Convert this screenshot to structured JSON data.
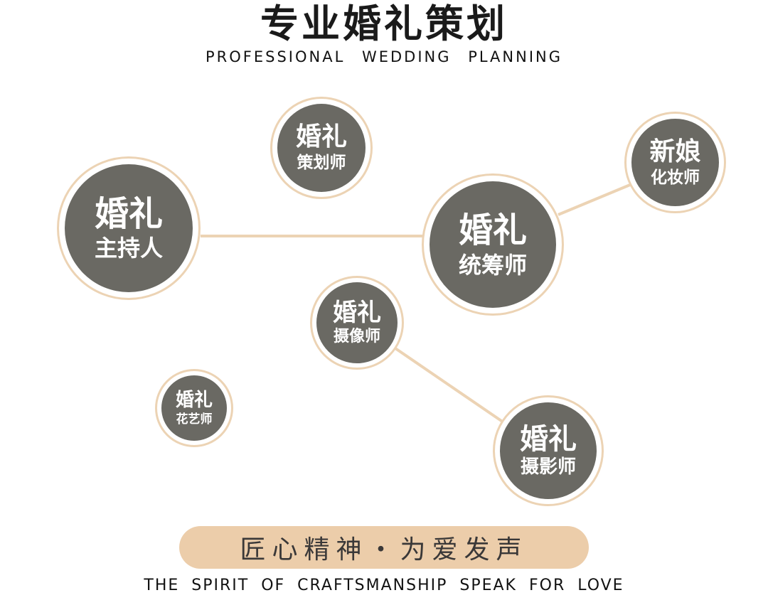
{
  "header": {
    "title": "专业婚礼策划",
    "subtitle": "PROFESSIONAL WEDDING PLANNING"
  },
  "roles": {
    "host": {
      "line1": "婚礼",
      "line2": "主持人"
    },
    "planner": {
      "line1": "婚礼",
      "line2": "策划师"
    },
    "coordinator": {
      "line1": "婚礼",
      "line2": "统筹师"
    },
    "makeup": {
      "line1": "新娘",
      "line2": "化妆师"
    },
    "photographer": {
      "line1": "婚礼",
      "line2": "摄像师"
    },
    "florist": {
      "line1": "婚礼",
      "line2": "花艺师"
    },
    "cameraman": {
      "line1": "婚礼",
      "line2": "摄影师"
    }
  },
  "banner": {
    "text": "匠心精神・为爱发声"
  },
  "footer": {
    "tagline": "THE SPIRIT OF CRAFTSMANSHIP SPEAK FOR LOVE"
  },
  "colors": {
    "bubble_fill": "#6a6963",
    "bubble_ring": "#ecd3b4",
    "connector": "#ecd3b4",
    "banner_fill": "#eccdaa",
    "banner_text": "#3a3838",
    "heading_text": "#1a1a1a"
  }
}
